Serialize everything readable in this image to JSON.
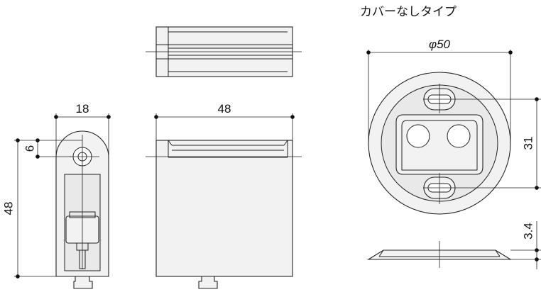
{
  "variant_label": "カバーなしタイプ",
  "dimensions": {
    "side_width": "18",
    "side_hole_offset": "6",
    "side_height": "48",
    "front_width": "48",
    "round_diameter": "φ50",
    "slot_spacing": "31",
    "profile_thickness": "3.4"
  }
}
